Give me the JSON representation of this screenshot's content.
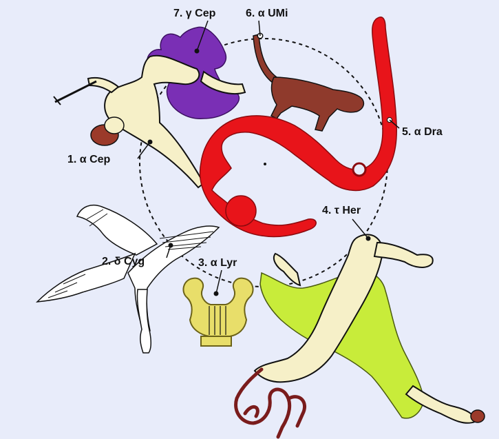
{
  "colors": {
    "background": "#e8ecfa",
    "cepheus_robe": "#7a2fb5",
    "cepheus_skin": "#f6f0c8",
    "cepheus_hair": "#9b3a2a",
    "cygnus": "#ffffff",
    "lyra": "#e8de6a",
    "draco": "#e8141a",
    "ursa_minor": "#8f3a2c",
    "hercules_skin": "#f6f0c8",
    "hercules_lion": "#c8ec3a",
    "hercules_snake": "#7a1c1c",
    "outline": "#111111",
    "path": "#111111"
  },
  "stars": [
    {
      "id": "alpha-cep",
      "label": "1. α Cep"
    },
    {
      "id": "delta-cyg",
      "label": "2. δ Cyg"
    },
    {
      "id": "alpha-lyr",
      "label": "3. α Lyr"
    },
    {
      "id": "tau-her",
      "label": "4. τ Her"
    },
    {
      "id": "alpha-dra",
      "label": "5. α Dra"
    },
    {
      "id": "alpha-umi",
      "label": "6. α UMi"
    },
    {
      "id": "gamma-cep",
      "label": "7. γ Cep"
    }
  ],
  "figures": {
    "cepheus": "cepheus-figure",
    "cygnus": "cygnus-figure",
    "lyra": "lyra-figure",
    "draco": "draco-figure",
    "ursa_minor": "ursa-minor-figure",
    "hercules": "hercules-figure"
  }
}
